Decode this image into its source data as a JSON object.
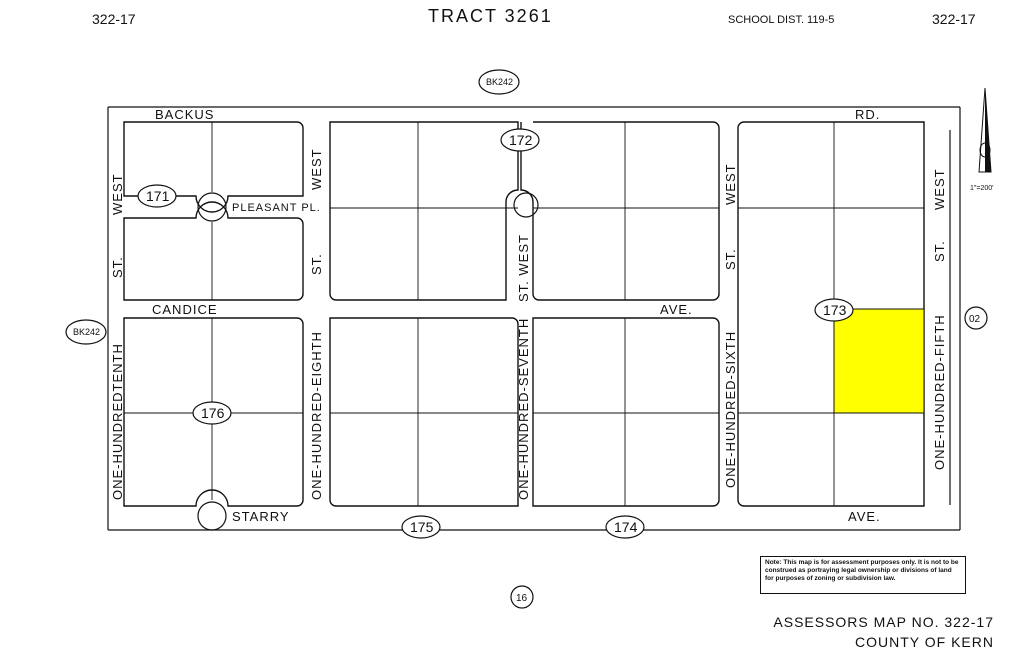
{
  "header": {
    "map_no_left": "322-17",
    "tract": "TRACT 3261",
    "school_dist": "SCHOOL DIST. 119-5",
    "map_no_right": "322-17"
  },
  "refs": {
    "book_top": "BK242",
    "book_left": "BK242",
    "right_ref": "02",
    "bottom_ref": "16",
    "north_scale": "1\"=200'"
  },
  "blocks": [
    "171",
    "172",
    "173",
    "176",
    "175",
    "174"
  ],
  "streets": {
    "backus": "BACKUS",
    "rd": "RD.",
    "pleasant": "PLEASANT PL.",
    "candice": "CANDICE",
    "ave": "AVE.",
    "starry": "STARRY",
    "ave_bottom": "AVE.",
    "west_1": "WEST",
    "st_1": "ST.",
    "west_2": "WEST",
    "st_2": "ST.",
    "st_west_3": "ST. WEST",
    "west_4": "WEST",
    "st_4": "ST.",
    "west_5": "WEST",
    "st_5": "ST.",
    "one_hundred_tenth": "ONE-HUNDREDTENTH",
    "one_hundred_eighth": "ONE-HUNDRED-EIGHTH",
    "one_hundred_seventh": "ONE-HUNDRED-SEVENTH",
    "one_hundred_sixth": "ONE-HUNDRED-SIXTH",
    "one_hundred_fifth": "ONE-HUNDRED-FIFTH"
  },
  "highlight_color": "#ffff00",
  "note": "Note: This map is for assessment purposes only. It is not to be construed as portraying legal ownership or divisions of land for purposes of zoning or subdivision law.",
  "footer": {
    "line1": "ASSESSORS MAP NO. 322-17",
    "line2": "COUNTY OF KERN"
  }
}
